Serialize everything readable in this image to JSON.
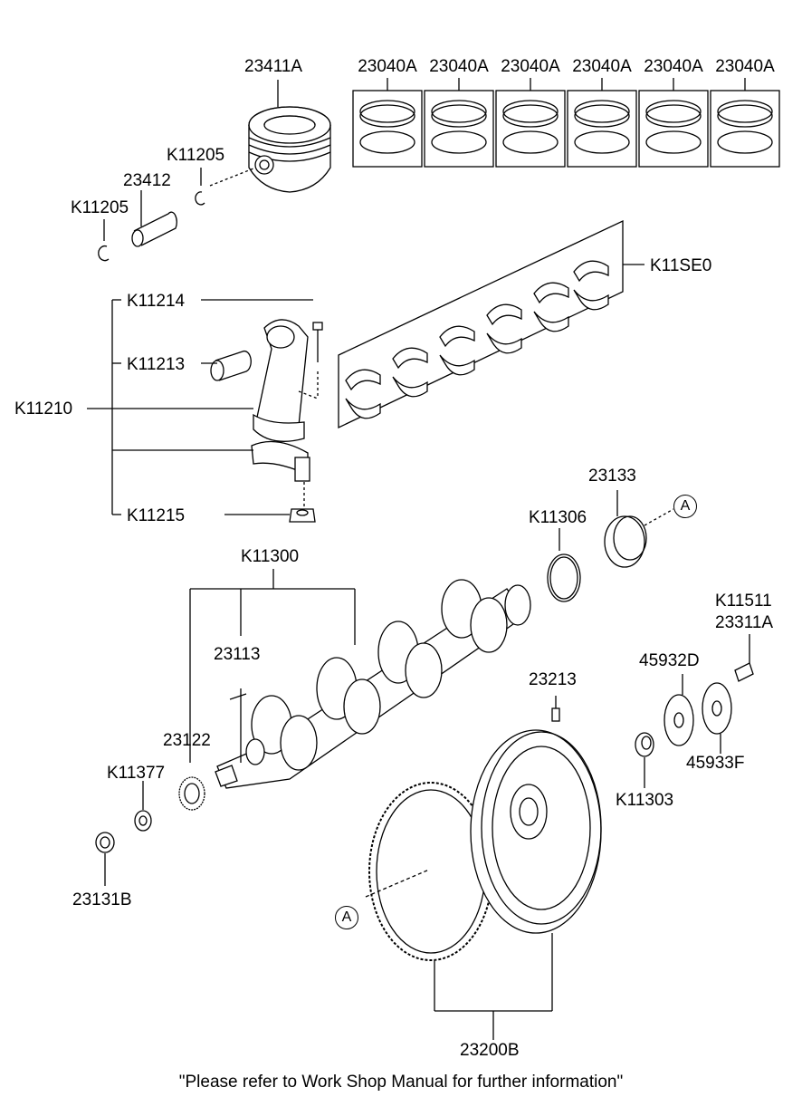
{
  "labels": {
    "piston": "23411A",
    "ring_set": "23040A",
    "snap_ring_upper": "K11205",
    "piston_pin": "23412",
    "snap_ring_lower": "K11205",
    "main_bearing_set": "K11SE0",
    "conrod_bolt": "K11214",
    "small_end_bushing": "K11213",
    "conrod_assembly": "K11210",
    "conrod_nut": "K11215",
    "rear_oil_seal": "23133",
    "o_ring": "K11306",
    "crankshaft_assembly": "K11300",
    "key": "23113",
    "timing_gear": "23122",
    "washer": "K11377",
    "crank_nut": "23131B",
    "dowel_pin": "23213",
    "flywheel_assembly": "23200B",
    "flywheel_bolt_a": "K11511",
    "flywheel_bolt_b": "23311A",
    "plate_d": "45932D",
    "plate_f": "45933F",
    "pilot_bearing": "K11303"
  },
  "callouts": {
    "a_upper": "A",
    "a_lower": "A"
  },
  "footer_note": "\"Please refer to Work Shop Manual for further information\""
}
